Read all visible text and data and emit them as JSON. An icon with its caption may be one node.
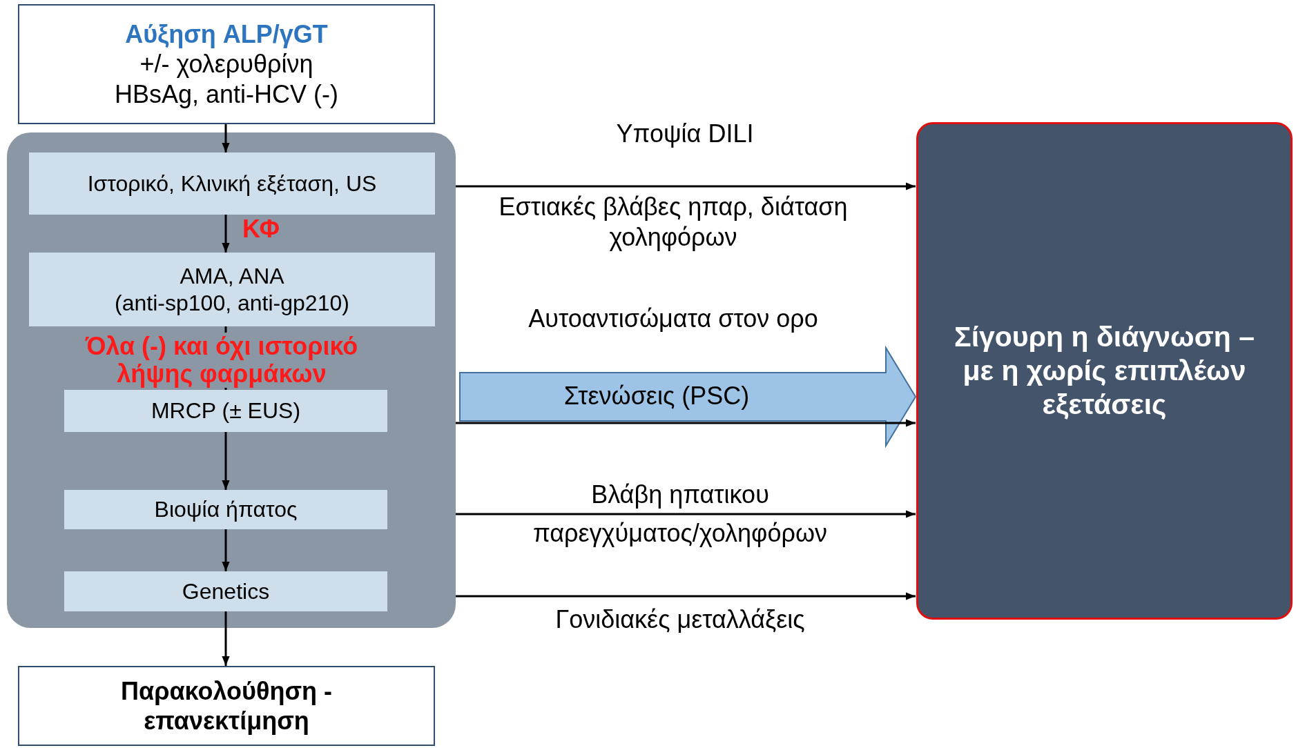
{
  "diagram": {
    "nodes": [
      {
        "text": [
          "Αύξηση ALP/γGT",
          "+/- χολερυθρίνη",
          "HBsAg, anti-HCV (-)"
        ]
      },
      {
        "text": [],
        "shape": "box"
      },
      {
        "text": [
          "Ιστορικό, Κλινική εξέταση, US"
        ],
        "in": 1
      },
      {
        "text": [
          "AMA, ANA",
          "(anti-sp100, anti-gp210)"
        ],
        "in": 1
      },
      {
        "text": [
          "MRCP (± EUS)"
        ],
        "in": 1
      },
      {
        "text": [
          "Βιοψία ήπατος"
        ],
        "in": 1
      },
      {
        "text": [
          "Genetics"
        ],
        "in": 1
      },
      {
        "text": [
          "Παρακολούθηση - επανεκτίμηση"
        ]
      },
      {
        "text": [
          "Σίγουρη η διάγνωση – με η χωρίς επιπλέων εξετάσεις"
        ]
      }
    ],
    "edges": [
      {
        "from": 0,
        "to": 2,
        "arrow": "to"
      },
      {
        "from": 2,
        "to": 3,
        "arrow": "to"
      },
      {
        "from": 3,
        "to": 4,
        "arrow": "to"
      },
      {
        "from": 4,
        "to": 5,
        "arrow": "to"
      },
      {
        "from": 5,
        "to": 6,
        "arrow": "to"
      },
      {
        "from": 6,
        "to": 7,
        "arrow": "to"
      },
      {
        "from": 1,
        "to": 8,
        "arrow": "to",
        "label": "Υποψία DILI"
      },
      {
        "from": null,
        "to": 8,
        "arrow": "to",
        "label": "Στενώσεις (PSC)",
        "style": "thick",
        "color": "#9dc3e6"
      },
      {
        "from": 1,
        "to": 8,
        "arrow": "to"
      },
      {
        "from": 1,
        "to": 8,
        "arrow": "to",
        "label": "Βλάβη ηπατικου παρεγχύματος/χοληφόρων"
      },
      {
        "from": 1,
        "to": 8,
        "arrow": "to",
        "label": "Γονιδιακές μεταλλάξεις"
      }
    ],
    "labels": [
      "ΚΦ",
      "Εστιακές βλάβες ηπαρ, διάταση χοληφόρων",
      "Αυτοαντισώματα στον ορο",
      "Όλα (-) και όχι ιστορικό λήψης φαρμάκων"
    ]
  }
}
